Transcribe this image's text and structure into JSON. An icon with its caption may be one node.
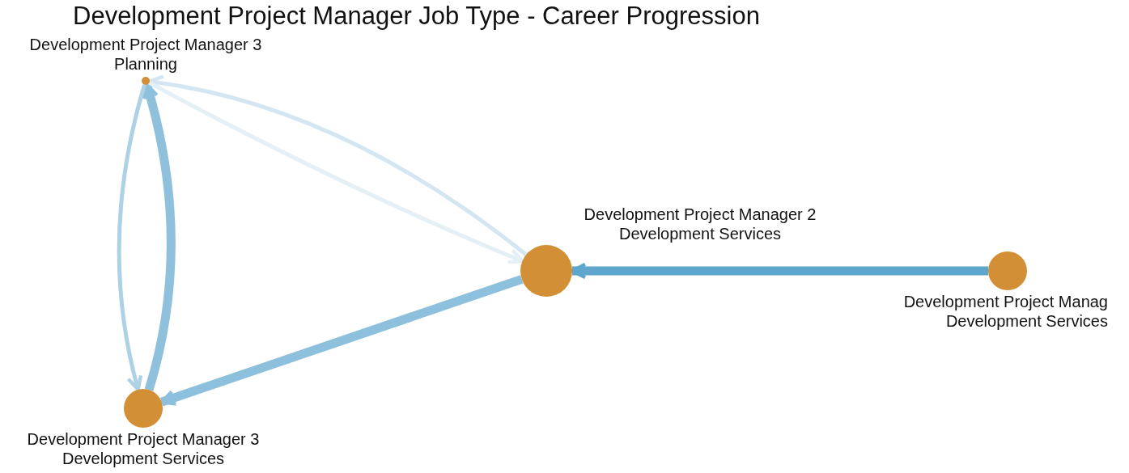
{
  "diagram": {
    "title": "Development Project Manager Job Type - Career Progression",
    "nodes": [
      {
        "text": [
          "Development Project Manager 3",
          "Planning"
        ]
      },
      {
        "text": [
          "Development Project Manager 2",
          "Development Services"
        ]
      },
      {
        "text": [
          "Development Project Manag",
          "Development Services"
        ]
      },
      {
        "text": [
          "Development Project Manager 3",
          "Development Services"
        ]
      }
    ],
    "edges": [
      {
        "from": 2,
        "to": 1,
        "arrow": "to",
        "style": "thick",
        "color": "#5ea6cb"
      },
      {
        "from": 1,
        "to": 3,
        "arrow": "to",
        "style": "thick",
        "color": "#8cc0dc"
      },
      {
        "from": 3,
        "to": 0,
        "arrow": "to",
        "style": "thick",
        "color": "#8fc1dc"
      },
      {
        "from": 0,
        "to": 3,
        "arrow": "to",
        "color": "#add2e5"
      },
      {
        "from": 1,
        "to": 0,
        "arrow": "to",
        "color": "#d3e6f1"
      },
      {
        "from": 0,
        "to": 1,
        "arrow": "to",
        "color": "#e4eff6"
      }
    ]
  }
}
